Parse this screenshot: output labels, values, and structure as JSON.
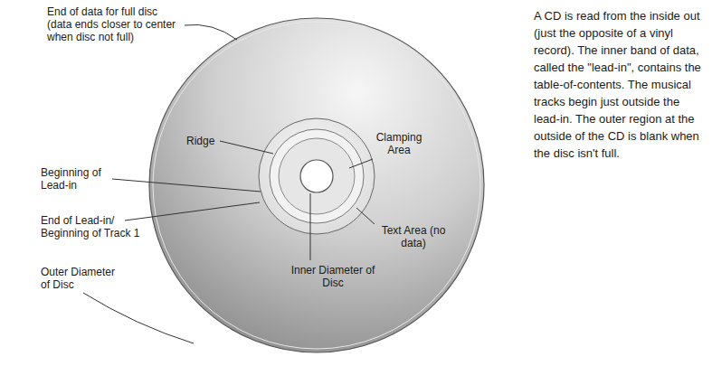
{
  "diagram": {
    "labels": [
      "End of data for full disc (data ends closer to center when disc not full)",
      "Ridge",
      "Clamping Area",
      "Beginning of Lead-in",
      "End of Lead-in/ Beginning of Track 1",
      "Text Area (no data)",
      "Inner Diameter of Disc",
      "Outer Diameter of Disc",
      "A CD is read from the inside out (just the opposite of a vinyl record). The inner band of data, called the \"lead-in\", contains the table-of-contents. The musical tracks begin just outside the lead-in. The outer region at the outside of the CD is blank when the disc isn't full."
    ]
  }
}
